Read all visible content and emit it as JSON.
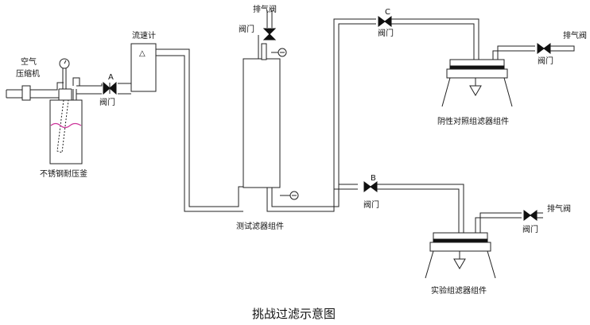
{
  "labels": {
    "air_compressor_line1": "空气",
    "air_compressor_line2": "压缩机",
    "autoclave": "不锈钢耐压釜",
    "flowmeter": "流速计",
    "flowmeter_symbol": "△",
    "test_filter": "测试滤器组件",
    "negative_control_filter": "阴性对照组滤器组件",
    "experimental_filter": "实验组滤器组件",
    "valve_A_letter": "A",
    "valve_A_label": "阀门",
    "valve_B_letter": "B",
    "valve_B_label": "阀门",
    "valve_C_letter": "C",
    "valve_C_label": "阀门",
    "vent_top_label": "排气阀",
    "vent_top_valve_label": "阀门",
    "vent_right_top_label": "排气阀",
    "vent_right_top_valve_label": "阀门",
    "vent_right_bottom_label": "排气阀",
    "vent_right_bottom_valve_label": "阀门"
  },
  "caption": "挑战过滤示意图",
  "colors": {
    "line": "#222222",
    "liquid_level": "#cc3399",
    "background": "#ffffff"
  }
}
